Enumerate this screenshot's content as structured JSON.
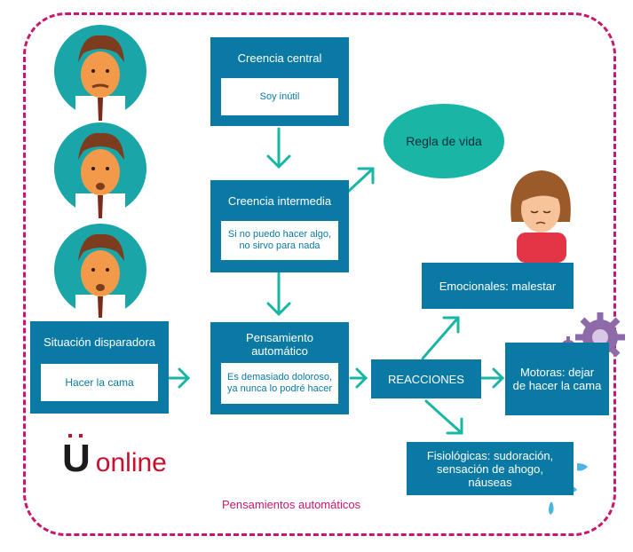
{
  "diagram": {
    "core_belief": {
      "title": "Creencia central",
      "text": "Soy inútil"
    },
    "intermediate_belief": {
      "title": "Creencia intermedia",
      "text": "Si no puedo hacer algo, no sirvo para nada"
    },
    "rule": "Regla de vida",
    "trigger": {
      "title": "Situación disparadora",
      "text": "Hacer la cama"
    },
    "automatic_thought": {
      "title": "Pensamiento automático",
      "text": "Es demasiado doloroso, ya nunca lo podré hacer"
    },
    "reactions": "REACCIONES",
    "emotional": "Emocionales: malestar",
    "motor": "Motoras: dejar de hacer la cama",
    "physiological": "Fisiológicas: sudoración, sensación de ahogo, náuseas",
    "caption": "Pensamientos automáticos"
  },
  "logo": {
    "text": "online",
    "symbol": "U"
  },
  "colors": {
    "box": "#0a7aa5",
    "arrow": "#19b6a6",
    "frame": "#c8176e",
    "ellipse": "#19b6a6",
    "logo_red": "#c8102e"
  },
  "icons": [
    "man-face-icon",
    "woman-face-icon",
    "gear-icon",
    "sweat-drop-icon"
  ]
}
